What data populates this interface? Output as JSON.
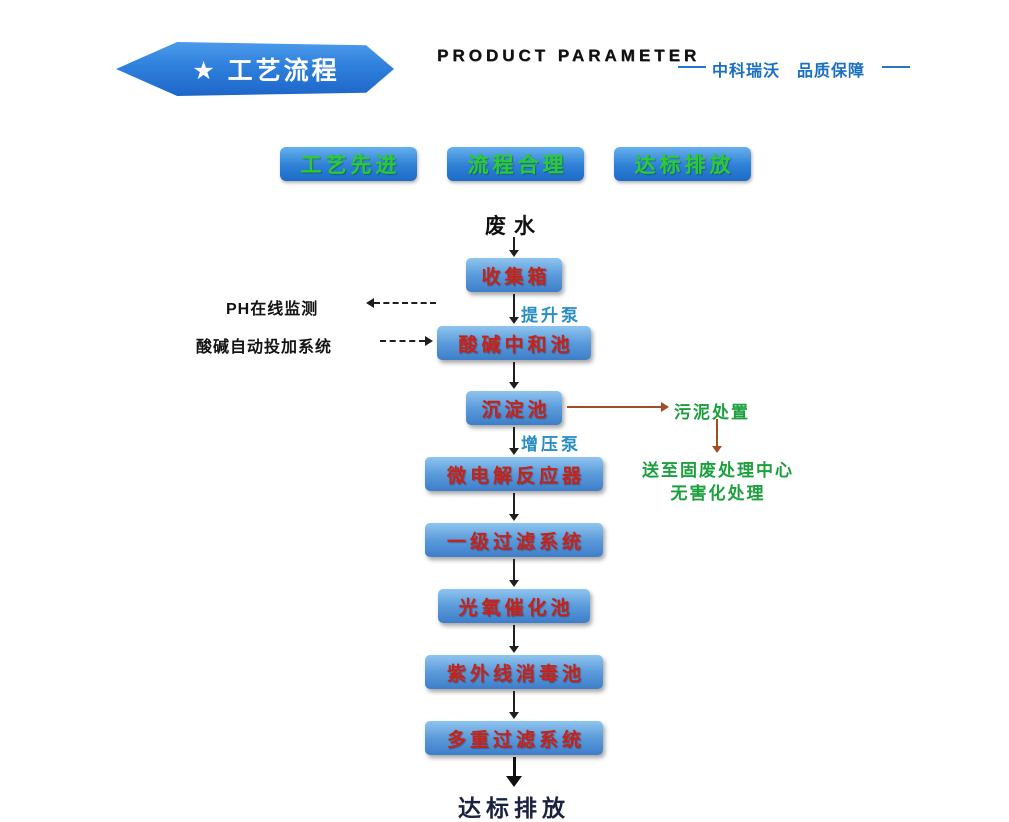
{
  "header": {
    "banner_title": "★ 工艺流程",
    "subtitle": "PRODUCT PARAMETER",
    "brand": "中科瑞沃　品质保障"
  },
  "badges": [
    {
      "label": "工艺先进"
    },
    {
      "label": "流程合理"
    },
    {
      "label": "达标排放"
    }
  ],
  "flow": {
    "start_label": "废水",
    "steps": [
      {
        "label": "收集箱"
      },
      {
        "label": "酸碱中和池"
      },
      {
        "label": "沉淀池"
      },
      {
        "label": "微电解反应器"
      },
      {
        "label": "一级过滤系统"
      },
      {
        "label": "光氧催化池"
      },
      {
        "label": "紫外线消毒池"
      },
      {
        "label": "多重过滤系统"
      }
    ],
    "pump_lift": "提升泵",
    "pump_boost": "增压泵",
    "end_label": "达标排放"
  },
  "annotations": {
    "ph_monitor": "PH在线监测",
    "dosing_system": "酸碱自动投加系统",
    "sludge": "污泥处置",
    "solid_waste_line1": "送至固废处理中心",
    "solid_waste_line2": "无害化处理"
  },
  "colors": {
    "box_text_red": "#c2241c",
    "box_blue": "#3d7ec9",
    "badge_green": "#2bcc31",
    "annotation_green": "#1ca03e",
    "brand_blue": "#1a6fc0",
    "brown_arrow": "#a04f22"
  }
}
